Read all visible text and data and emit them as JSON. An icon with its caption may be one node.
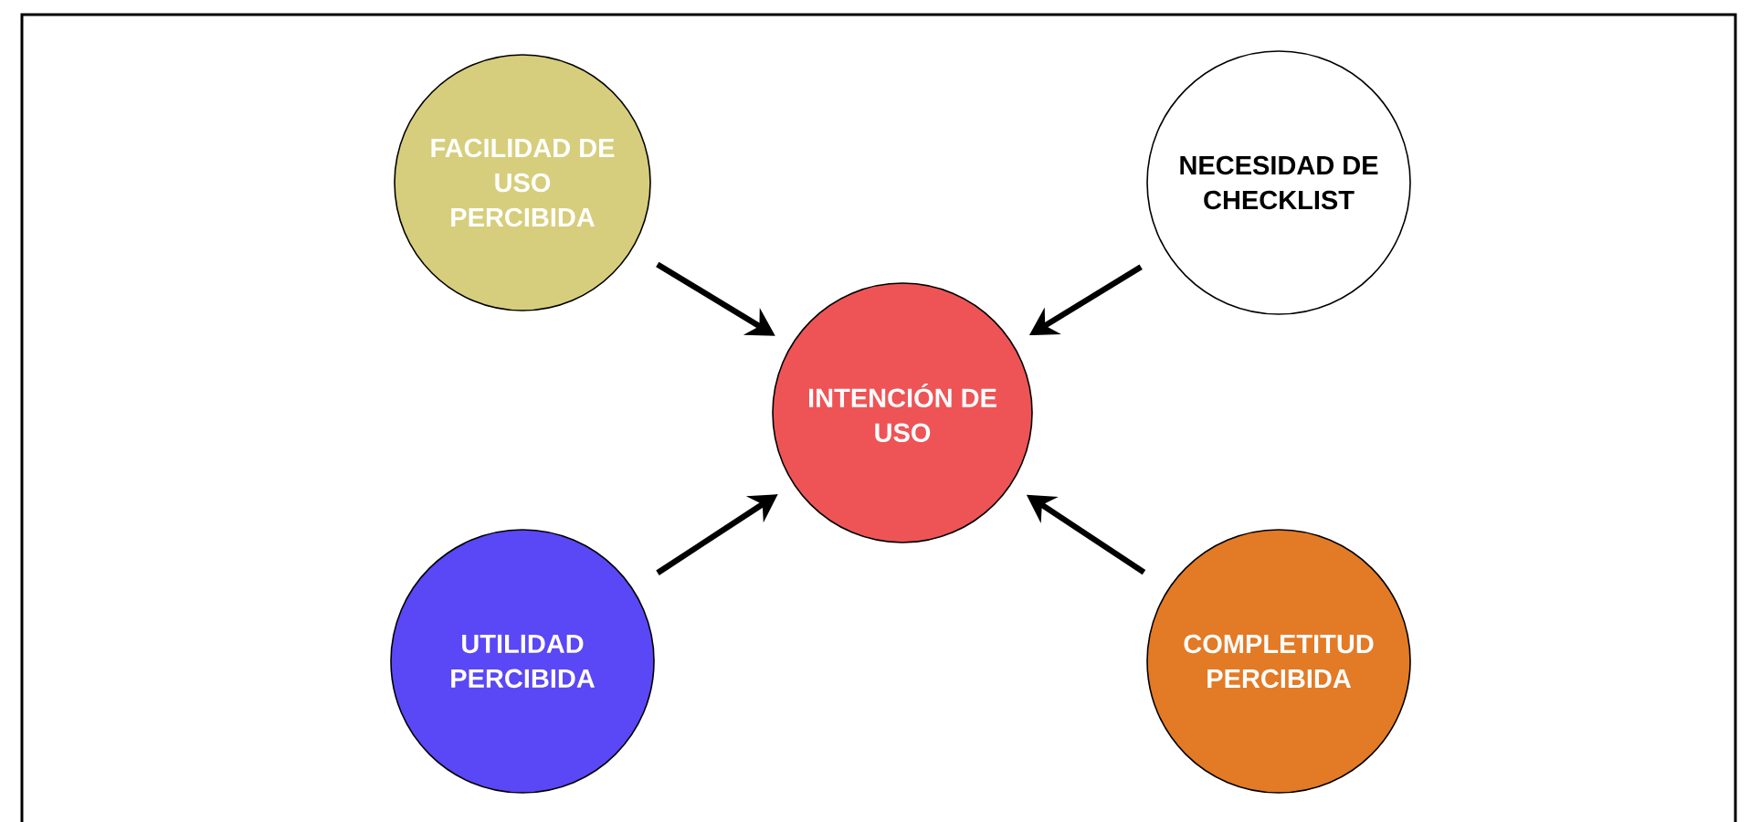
{
  "diagram": {
    "nodes": [
      {
        "text": [
          "FACILIDAD DE USO PERCIBIDA"
        ]
      },
      {
        "text": [
          "NECESIDAD DE CHECKLIST"
        ]
      },
      {
        "text": [
          "INTENCIÓN DE USO"
        ]
      },
      {
        "text": [
          "UTILIDAD PERCIBIDA"
        ]
      },
      {
        "text": [
          "COMPLETITUD PERCIBIDA"
        ]
      }
    ],
    "edges": [
      {
        "from": 0,
        "to": 2,
        "arrow": "to"
      },
      {
        "from": 1,
        "to": 2,
        "arrow": "to"
      },
      {
        "from": 3,
        "to": 2,
        "arrow": "to"
      },
      {
        "from": 4,
        "to": 2,
        "arrow": "to"
      }
    ]
  }
}
